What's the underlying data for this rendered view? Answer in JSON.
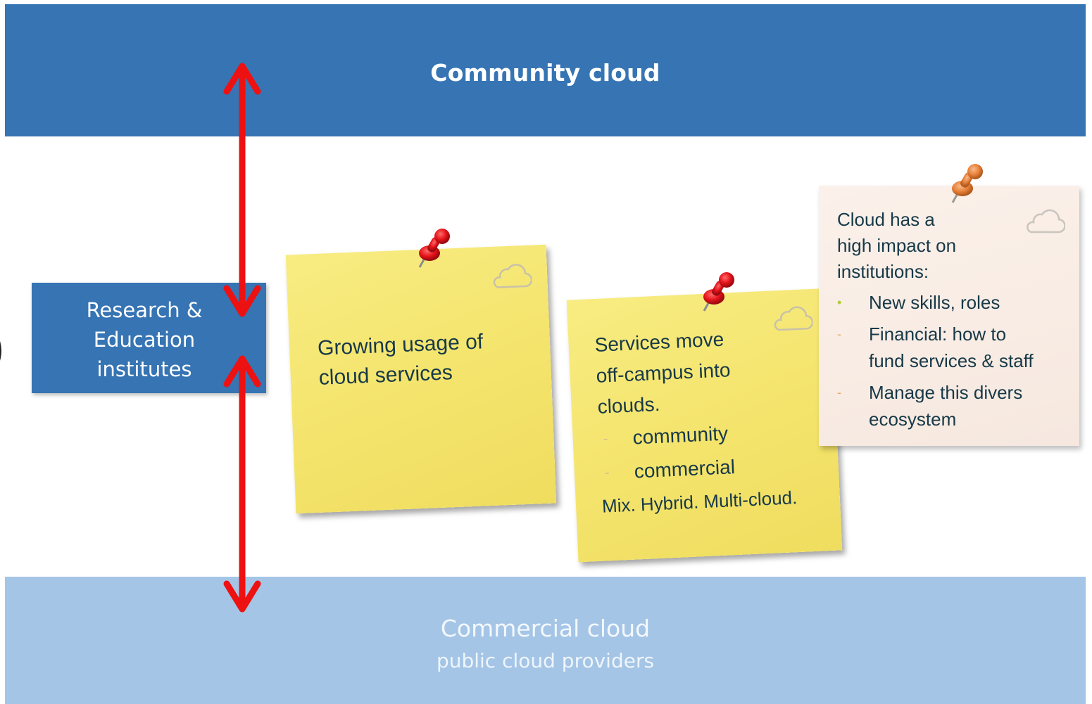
{
  "community_band": {
    "title": "Community cloud",
    "color": "#3674b3"
  },
  "commercial_band": {
    "title": "Commercial cloud",
    "subtitle": "public cloud providers",
    "color": "#a5c5e6"
  },
  "institutes": {
    "line1": "Research &",
    "line2": "Education",
    "line3": "institutes"
  },
  "arrow_color": "#ee1111",
  "notes": {
    "growing": {
      "line1": "Growing usage of",
      "line2": "cloud services",
      "color": "#f4e46c",
      "pin_color": "#e5121a"
    },
    "services": {
      "line1": "Services move",
      "line2": "off-campus into",
      "line3": "clouds.",
      "items": [
        "community",
        "commercial"
      ],
      "mix": "Mix. Hybrid. Multi-cloud.",
      "color": "#f4e46c",
      "pin_color": "#e5121a"
    },
    "impact": {
      "line1": "Cloud has a",
      "line2": "high impact on",
      "line3": "institutions:",
      "items": [
        {
          "line1": "New skills, roles",
          "line2": ""
        },
        {
          "line1": "Financial: how to",
          "line2": "fund services & staff"
        },
        {
          "line1": "Manage this divers",
          "line2": "ecosystem"
        }
      ],
      "bullet_colors": [
        "#b5cc3a",
        "#e7a66a",
        "#e7a66a"
      ],
      "color": "#f6e8df",
      "pin_color": "#e7813a"
    }
  },
  "icons": {
    "note_cloud": "cloud-outline-icon",
    "pin": "push-pin-icon"
  }
}
